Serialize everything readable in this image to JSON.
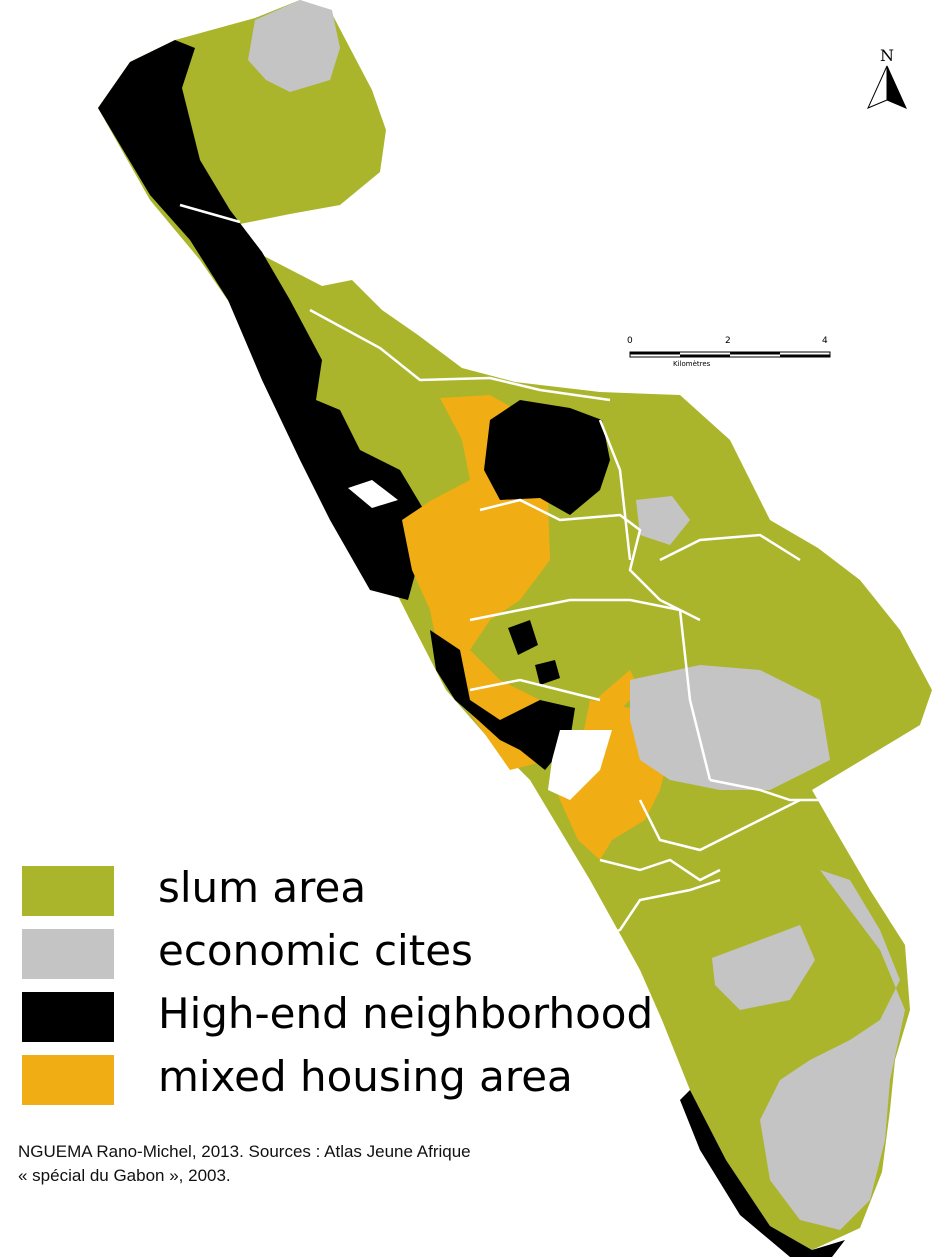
{
  "colors": {
    "slum": "#aab52c",
    "economic": "#c4c4c4",
    "highend": "#000000",
    "mixed": "#f0ad14",
    "boundary": "#ffffff"
  },
  "north_arrow": {
    "letter": "N"
  },
  "scale_bar": {
    "ticks": [
      "0",
      "2",
      "4"
    ],
    "unit": "Kilomètres"
  },
  "legend": [
    {
      "label": "slum area",
      "color": "#aab52c"
    },
    {
      "label": "economic cites",
      "color": "#c4c4c4"
    },
    {
      "label": "High-end neighborhood",
      "color": "#000000"
    },
    {
      "label": "mixed housing area",
      "color": "#f0ad14"
    }
  ],
  "credit": {
    "line1": "NGUEMA Rano-Michel, 2013. Sources : Atlas Jeune Afrique",
    "line2": "« spécial du Gabon », 2003."
  }
}
